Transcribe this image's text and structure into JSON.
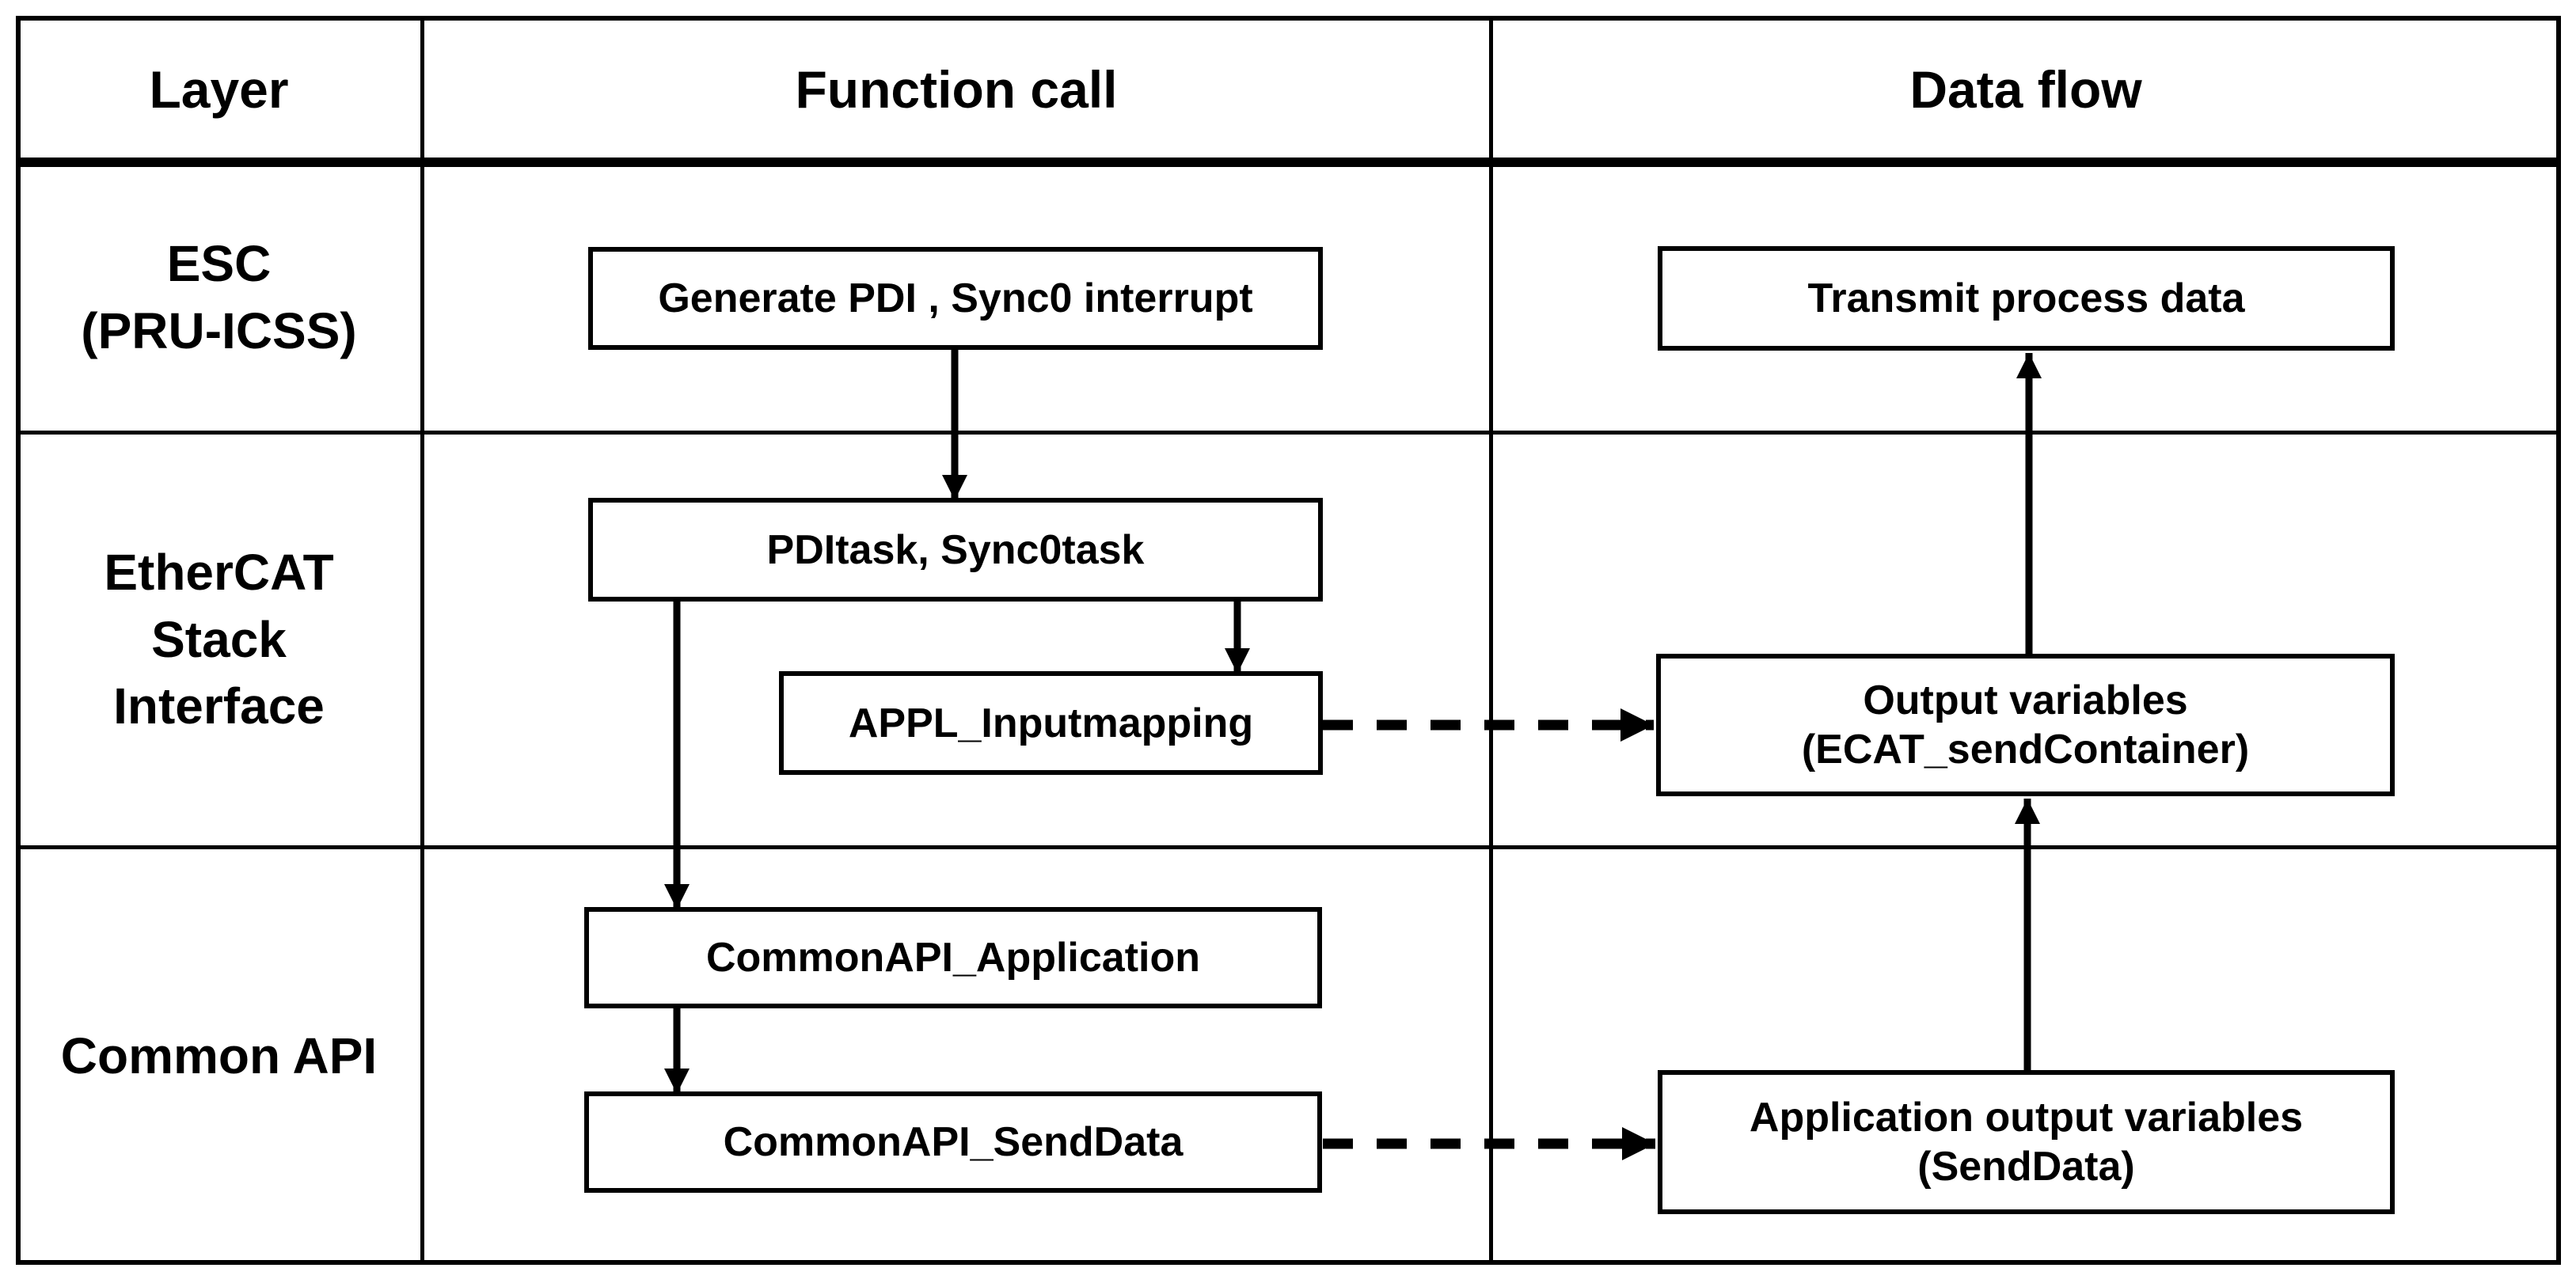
{
  "table": {
    "headers": {
      "layer": "Layer",
      "function_call": "Function call",
      "data_flow": "Data flow"
    },
    "rows": [
      {
        "name": "esc",
        "label_lines": [
          "ESC",
          "(PRU-ICSS)"
        ]
      },
      {
        "name": "ethercat",
        "label_lines": [
          "EtherCAT",
          "Stack",
          "Interface"
        ]
      },
      {
        "name": "common",
        "label_lines": [
          "Common API"
        ]
      }
    ]
  },
  "boxes": {
    "generate_pdi": "Generate PDI , Sync0 interrupt",
    "pditask": "PDItask, Sync0task",
    "appl_inputmapping": "APPL_Inputmapping",
    "commonapi_application": "CommonAPI_Application",
    "commonapi_senddata": "CommonAPI_SendData",
    "transmit_process_data": "Transmit process data",
    "output_variables_line1": "Output variables",
    "output_variables_line2": "(ECAT_sendContainer)",
    "app_output_variables_line1": "Application output variables",
    "app_output_variables_line2": "(SendData)"
  },
  "colors": {
    "line": "#000000",
    "background": "#ffffff"
  }
}
